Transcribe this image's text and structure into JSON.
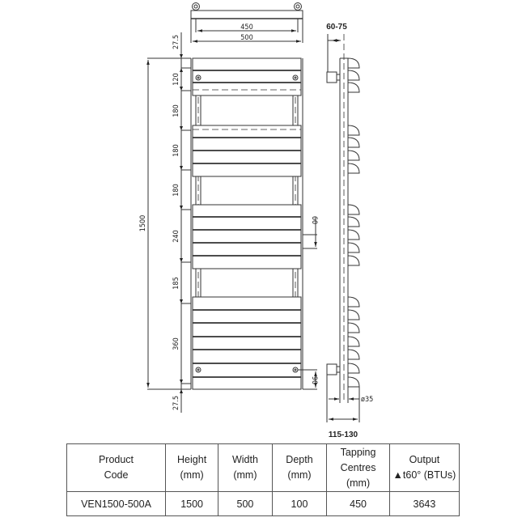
{
  "drawing": {
    "top_view": {
      "inner_width_label": "450",
      "outer_width_label": "500"
    },
    "front_view": {
      "total_height_label": "1500",
      "top_offset_label": "27.5",
      "bottom_offset_label": "27.5",
      "segment_labels": [
        "120",
        "180",
        "180",
        "180",
        "240",
        "185",
        "360"
      ],
      "right_spacing_label": "60",
      "bottom_valve_label": "90"
    },
    "side_view": {
      "wall_gap_label": "60-75",
      "depth_label": "115-130",
      "pipe_diameter_label": "ø35"
    }
  },
  "table": {
    "headers": [
      [
        "Product",
        "Code"
      ],
      [
        "Height",
        "(mm)"
      ],
      [
        "Width",
        "(mm)"
      ],
      [
        "Depth",
        "(mm)"
      ],
      [
        "Tapping",
        "Centres",
        "(mm)"
      ],
      [
        "Output",
        "▲t60° (BTUs)"
      ]
    ],
    "rows": [
      [
        "VEN1500-500A",
        "1500",
        "500",
        "100",
        "450",
        "3643"
      ]
    ]
  }
}
